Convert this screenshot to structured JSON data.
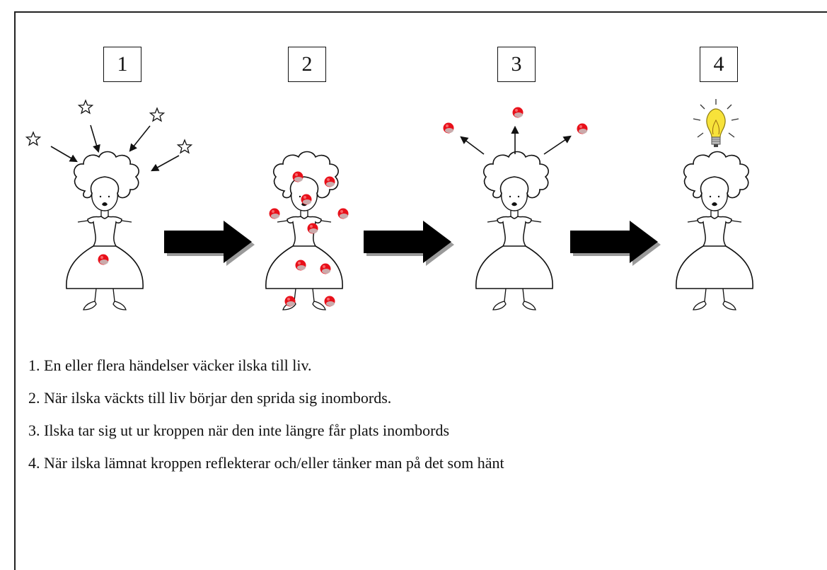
{
  "steps": [
    {
      "number": "1"
    },
    {
      "number": "2"
    },
    {
      "number": "3"
    },
    {
      "number": "4"
    }
  ],
  "captions": [
    "1. En eller flera händelser väcker ilska till liv.",
    "2. När ilska väckts till liv börjar den sprida sig inombords.",
    "3. Ilska tar sig ut ur kroppen när den inte längre får plats inombords",
    "4. När ilska lämnat kroppen reflekterar och/eller tänker man på det som hänt"
  ],
  "colors": {
    "anger_dot": "#e8101a",
    "bulb": "#f7e23a",
    "outline": "#111111"
  },
  "icons": [
    "star-icon",
    "anger-dot-icon",
    "lightbulb-icon",
    "arrow-right-icon"
  ]
}
